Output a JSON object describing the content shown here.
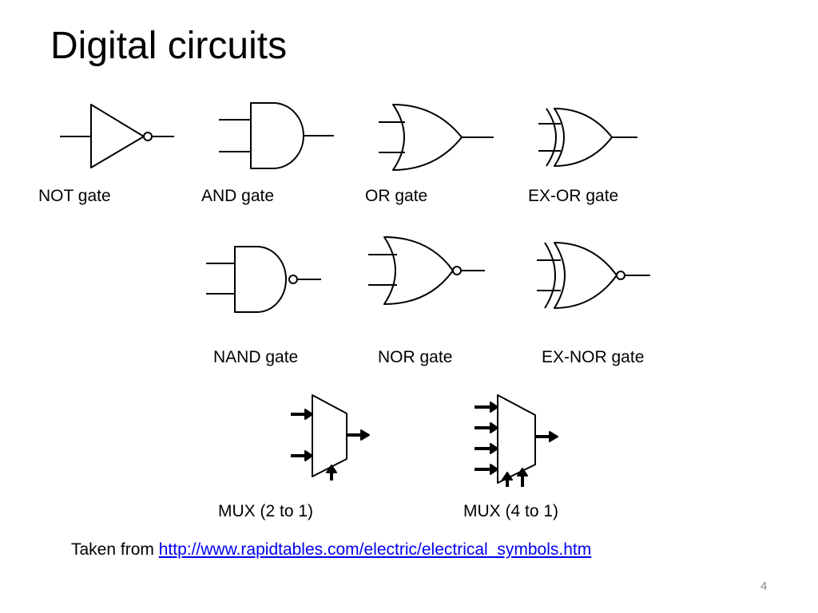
{
  "slide": {
    "title": "Digital circuits",
    "slide_number": "4"
  },
  "gates": [
    {
      "id": "not",
      "label": "NOT gate",
      "icon": "not-gate-icon"
    },
    {
      "id": "and",
      "label": "AND gate",
      "icon": "and-gate-icon"
    },
    {
      "id": "or",
      "label": "OR gate",
      "icon": "or-gate-icon"
    },
    {
      "id": "xor",
      "label": "EX-OR gate",
      "icon": "xor-gate-icon"
    },
    {
      "id": "nand",
      "label": "NAND gate",
      "icon": "nand-gate-icon"
    },
    {
      "id": "nor",
      "label": "NOR gate",
      "icon": "nor-gate-icon"
    },
    {
      "id": "xnor",
      "label": "EX-NOR gate",
      "icon": "xnor-gate-icon"
    }
  ],
  "muxes": [
    {
      "id": "mux2",
      "label": "MUX (2 to 1)",
      "icon": "mux-2-to-1-icon"
    },
    {
      "id": "mux4",
      "label": "MUX (4 to 1)",
      "icon": "mux-4-to-1-icon"
    }
  ],
  "credit": {
    "prefix": "Taken from ",
    "link_text": "http://www.rapidtables.com/electric/electrical_symbols.htm",
    "link_color": "#0000ee"
  }
}
